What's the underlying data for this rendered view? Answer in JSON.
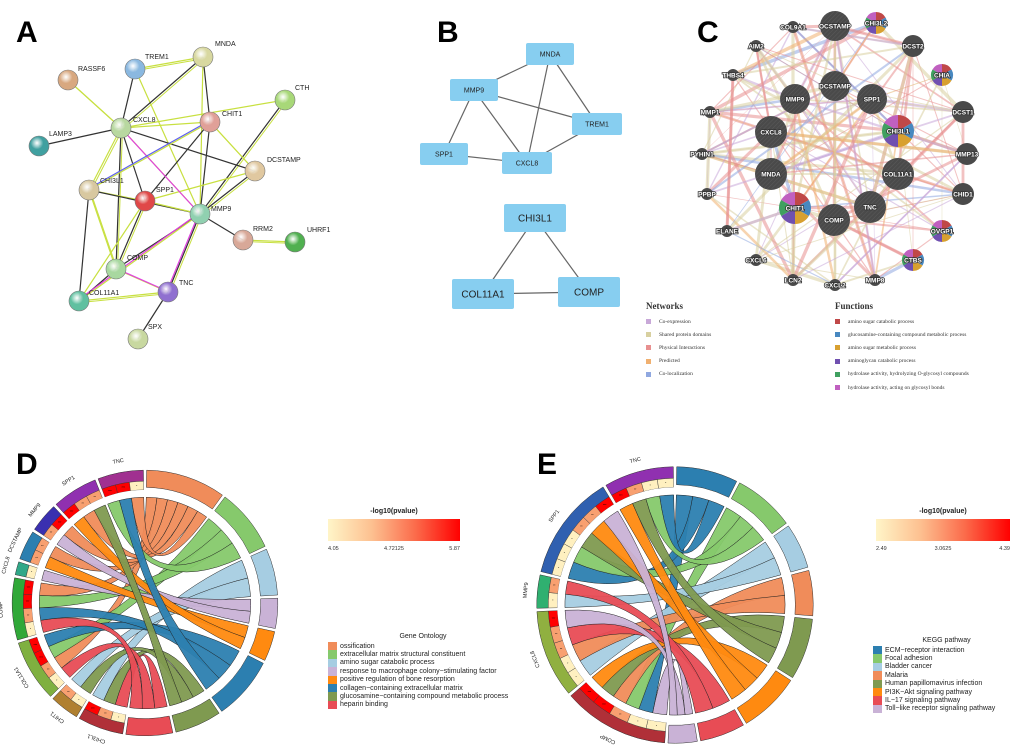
{
  "panels": {
    "A": {
      "letter": "A",
      "title": "STRING protein-protein interaction network",
      "nodes": [
        {
          "id": "MNDA",
          "color": "#d8d8a0"
        },
        {
          "id": "TREM1",
          "color": "#8ab8e0"
        },
        {
          "id": "RASSF6",
          "color": "#d8a880"
        },
        {
          "id": "CTH",
          "color": "#a8d878"
        },
        {
          "id": "CHIT1",
          "color": "#e0a098"
        },
        {
          "id": "CXCL8",
          "color": "#b8d8a0"
        },
        {
          "id": "LAMP3",
          "color": "#40a0a0"
        },
        {
          "id": "DCSTAMP",
          "color": "#e0c8a0"
        },
        {
          "id": "CHI3L1",
          "color": "#d8c8a0"
        },
        {
          "id": "SPP1",
          "color": "#e04848"
        },
        {
          "id": "MMP9",
          "color": "#90d0b0"
        },
        {
          "id": "RRM2",
          "color": "#d8a898"
        },
        {
          "id": "UHRF1",
          "color": "#50b050"
        },
        {
          "id": "COMP",
          "color": "#a8d8a0"
        },
        {
          "id": "TNC",
          "color": "#9070d0"
        },
        {
          "id": "COL11A1",
          "color": "#60c0a0"
        },
        {
          "id": "SPX",
          "color": "#c8d8a0"
        }
      ],
      "edges": [
        [
          "TREM1",
          "MNDA"
        ],
        [
          "TREM1",
          "CXCL8"
        ],
        [
          "TREM1",
          "MMP9"
        ],
        [
          "MNDA",
          "CXCL8"
        ],
        [
          "MNDA",
          "MMP9"
        ],
        [
          "MNDA",
          "CHIT1"
        ],
        [
          "RASSF6",
          "CXCL8"
        ],
        [
          "LAMP3",
          "CXCL8"
        ],
        [
          "CTH",
          "CXCL8"
        ],
        [
          "CTH",
          "MMP9"
        ],
        [
          "CXCL8",
          "CHIT1"
        ],
        [
          "CXCL8",
          "DCSTAMP"
        ],
        [
          "CXCL8",
          "CHI3L1"
        ],
        [
          "CXCL8",
          "SPP1"
        ],
        [
          "CXCL8",
          "MMP9"
        ],
        [
          "CXCL8",
          "COMP"
        ],
        [
          "CHIT1",
          "CHI3L1"
        ],
        [
          "CHIT1",
          "MMP9"
        ],
        [
          "CHIT1",
          "DCSTAMP"
        ],
        [
          "CHIT1",
          "SPP1"
        ],
        [
          "DCSTAMP",
          "SPP1"
        ],
        [
          "DCSTAMP",
          "MMP9"
        ],
        [
          "CHI3L1",
          "SPP1"
        ],
        [
          "CHI3L1",
          "MMP9"
        ],
        [
          "CHI3L1",
          "COMP"
        ],
        [
          "CHI3L1",
          "COL11A1"
        ],
        [
          "SPP1",
          "MMP9"
        ],
        [
          "SPP1",
          "COMP"
        ],
        [
          "SPP1",
          "COL11A1"
        ],
        [
          "MMP9",
          "RRM2"
        ],
        [
          "RRM2",
          "UHRF1"
        ],
        [
          "MMP9",
          "COMP"
        ],
        [
          "MMP9",
          "COL11A1"
        ],
        [
          "MMP9",
          "TNC"
        ],
        [
          "COMP",
          "TNC"
        ],
        [
          "COMP",
          "COL11A1"
        ],
        [
          "COL11A1",
          "TNC"
        ],
        [
          "TNC",
          "SPX"
        ]
      ]
    },
    "B": {
      "letter": "B",
      "cluster1": {
        "nodes": [
          "MNDA",
          "MMP9",
          "TREM1",
          "SPP1",
          "CXCL8"
        ],
        "edges": [
          [
            "MNDA",
            "MMP9"
          ],
          [
            "MNDA",
            "TREM1"
          ],
          [
            "MNDA",
            "CXCL8"
          ],
          [
            "MMP9",
            "TREM1"
          ],
          [
            "MMP9",
            "SPP1"
          ],
          [
            "MMP9",
            "CXCL8"
          ],
          [
            "SPP1",
            "CXCL8"
          ],
          [
            "CXCL8",
            "TREM1"
          ]
        ]
      },
      "cluster2": {
        "nodes": [
          "CHI3L1",
          "COL11A1",
          "COMP"
        ],
        "edges": [
          [
            "CHI3L1",
            "COL11A1"
          ],
          [
            "CHI3L1",
            "COMP"
          ],
          [
            "COL11A1",
            "COMP"
          ]
        ]
      },
      "node_color": "#87cef0"
    },
    "C": {
      "letter": "C",
      "query_nodes": [
        "OCSTAMP",
        "DCSTAMP",
        "SPP1",
        "MMP9",
        "CXCL8",
        "MNDA",
        "COL11A1",
        "TNC",
        "COMP",
        "CHIT1",
        "CHI3L1"
      ],
      "nodes": [
        {
          "id": "OCSTAMP",
          "query": true,
          "pie": false
        },
        {
          "id": "CHI3L2",
          "query": false,
          "pie": true
        },
        {
          "id": "COL9A1",
          "query": false,
          "pie": false
        },
        {
          "id": "AIM2",
          "query": false,
          "pie": false
        },
        {
          "id": "DCST2",
          "query": false,
          "pie": false
        },
        {
          "id": "THBS4",
          "query": false,
          "pie": false
        },
        {
          "id": "CHIA",
          "query": false,
          "pie": true
        },
        {
          "id": "DCSTAMP",
          "query": true,
          "pie": false
        },
        {
          "id": "SPP1",
          "query": true,
          "pie": false
        },
        {
          "id": "MMP9",
          "query": true,
          "pie": false
        },
        {
          "id": "DCST1",
          "query": false,
          "pie": false
        },
        {
          "id": "MMP1",
          "query": false,
          "pie": false
        },
        {
          "id": "CXCL8",
          "query": true,
          "pie": false
        },
        {
          "id": "CHI3L1",
          "query": true,
          "pie": true
        },
        {
          "id": "PYHIN1",
          "query": false,
          "pie": false
        },
        {
          "id": "MMP13",
          "query": false,
          "pie": false
        },
        {
          "id": "MNDA",
          "query": true,
          "pie": false
        },
        {
          "id": "COL11A1",
          "query": true,
          "pie": false
        },
        {
          "id": "PPBP",
          "query": false,
          "pie": false
        },
        {
          "id": "CHID1",
          "query": false,
          "pie": false
        },
        {
          "id": "CHIT1",
          "query": true,
          "pie": true
        },
        {
          "id": "TNC",
          "query": true,
          "pie": false
        },
        {
          "id": "COMP",
          "query": true,
          "pie": false
        },
        {
          "id": "ELANE",
          "query": false,
          "pie": false
        },
        {
          "id": "OVGP1",
          "query": false,
          "pie": true
        },
        {
          "id": "CTBS",
          "query": false,
          "pie": true
        },
        {
          "id": "CXCL6",
          "query": false,
          "pie": false
        },
        {
          "id": "LCN2",
          "query": false,
          "pie": false
        },
        {
          "id": "CXCL2",
          "query": false,
          "pie": false
        },
        {
          "id": "MMP8",
          "query": false,
          "pie": false
        }
      ],
      "networks_title": "Networks",
      "networks": [
        {
          "label": "Co-expression",
          "color": "#c8a8d8"
        },
        {
          "label": "Shared protein domains",
          "color": "#d8d0a0"
        },
        {
          "label": "Physical Interactions",
          "color": "#e89090"
        },
        {
          "label": "Predicted",
          "color": "#f0b070"
        },
        {
          "label": "Co-localization",
          "color": "#90a8e0"
        }
      ],
      "functions_title": "Functions",
      "functions": [
        {
          "label": "amino sugar catabolic process",
          "color": "#c04848"
        },
        {
          "label": "glucosamine-containing compound metabolic process",
          "color": "#4888c0"
        },
        {
          "label": "amino sugar metabolic process",
          "color": "#d8a030"
        },
        {
          "label": "aminoglycan catabolic process",
          "color": "#7050b0"
        },
        {
          "label": "hydrolase activity, hydrolyzing O-glycosyl compounds",
          "color": "#40a060"
        },
        {
          "label": "hydrolase activity, acting on glycosyl bonds",
          "color": "#c060c0"
        }
      ]
    },
    "D": {
      "letter": "D",
      "colorbar": {
        "title": "-log10(pvalue)",
        "min": "4.05",
        "mid": "4.72125",
        "max": "5.87"
      },
      "legend_title": "Gene Ontology",
      "terms": [
        {
          "label": "ossification",
          "color": "#f08c5a"
        },
        {
          "label": "extracellular matrix structural constituent",
          "color": "#86c96c"
        },
        {
          "label": "amino sugar catabolic process",
          "color": "#a6cde2"
        },
        {
          "label": "response to macrophage colony−stimulating factor",
          "color": "#c9b2d6"
        },
        {
          "label": "positive regulation of bone resorption",
          "color": "#ff8a10"
        },
        {
          "label": "collagen−containing extracellular matrix",
          "color": "#2c7fb0"
        },
        {
          "label": "glucosamine−containing compound metabolic process",
          "color": "#7f9a50"
        },
        {
          "label": "heparin binding",
          "color": "#e84c55"
        }
      ],
      "genes": [
        {
          "name": "CHI3L1",
          "color": "#b03038",
          "links": [
            7,
            6,
            2
          ],
          "sig": [
            "*",
            "**",
            "***"
          ]
        },
        {
          "name": "CHIT1",
          "color": "#b08030",
          "links": [
            6,
            2
          ],
          "sig": [
            "*",
            "**"
          ]
        },
        {
          "name": "COL11A1",
          "color": "#7fb040",
          "links": [
            7,
            0,
            1,
            5
          ],
          "sig": [
            "*",
            "**",
            "***",
            "***"
          ]
        },
        {
          "name": "COMP",
          "color": "#30a838",
          "links": [
            7,
            5,
            1,
            0
          ],
          "sig": [
            "*",
            "**",
            "***",
            "***"
          ]
        },
        {
          "name": "CXCL8",
          "color": "#30a888",
          "links": [
            3
          ],
          "sig": [
            "*"
          ]
        },
        {
          "name": "DCSTAMP",
          "color": "#2c7fb0",
          "links": [
            4,
            0
          ],
          "sig": [
            "**",
            "**"
          ]
        },
        {
          "name": "MMP9",
          "color": "#3a30b0",
          "links": [
            3,
            0
          ],
          "sig": [
            "**",
            "***"
          ]
        },
        {
          "name": "SPP1",
          "color": "#9030b0",
          "links": [
            4,
            0,
            6
          ],
          "sig": [
            "***",
            "**",
            "**"
          ]
        },
        {
          "name": "TNC",
          "color": "#a03090",
          "links": [
            1,
            5,
            0
          ],
          "sig": [
            "***",
            "***",
            "*"
          ]
        }
      ],
      "term_sizes": [
        5,
        4,
        3,
        2,
        2,
        4,
        3,
        3
      ]
    },
    "E": {
      "letter": "E",
      "colorbar": {
        "title": "-log10(pvalue)",
        "min": "2.49",
        "mid": "3.0625",
        "max": "4.39"
      },
      "legend_title": "KEGG pathway",
      "terms": [
        {
          "label": "ECM−receptor interaction",
          "color": "#2c7fb0"
        },
        {
          "label": "Focal adhesion",
          "color": "#86c96c"
        },
        {
          "label": "Bladder cancer",
          "color": "#a6cde2"
        },
        {
          "label": "Malaria",
          "color": "#f08c5a"
        },
        {
          "label": "Human papillomavirus infection",
          "color": "#7f9a50"
        },
        {
          "label": "PI3K−Akt signaling pathway",
          "color": "#ff8a10"
        },
        {
          "label": "IL−17 signaling pathway",
          "color": "#e84c55"
        },
        {
          "label": "Toll−like receptor signaling pathway",
          "color": "#c9b2d6"
        }
      ],
      "genes": [
        {
          "name": "COMP",
          "color": "#b03038",
          "links": [
            7,
            0,
            1,
            3,
            4,
            5
          ],
          "sig": [
            "*",
            "*",
            "**",
            "***",
            "***"
          ]
        },
        {
          "name": "CXCL8",
          "color": "#90b040",
          "links": [
            2,
            3,
            6,
            7
          ],
          "sig": [
            "*",
            "*",
            "**",
            "**",
            "***"
          ]
        },
        {
          "name": "MMP9",
          "color": "#30b070",
          "links": [
            2,
            6
          ],
          "sig": [
            "*",
            "**"
          ]
        },
        {
          "name": "SPP1",
          "color": "#3060b0",
          "links": [
            0,
            1,
            4,
            5,
            7
          ],
          "sig": [
            "*",
            "*",
            "*",
            "**",
            "**",
            "***"
          ]
        },
        {
          "name": "TNC",
          "color": "#9030b0",
          "links": [
            5,
            4,
            1,
            0
          ],
          "sig": [
            "***",
            "**",
            "*",
            "*"
          ]
        }
      ],
      "term_sizes": [
        4,
        4,
        3,
        3,
        4,
        4,
        3,
        2
      ]
    }
  }
}
